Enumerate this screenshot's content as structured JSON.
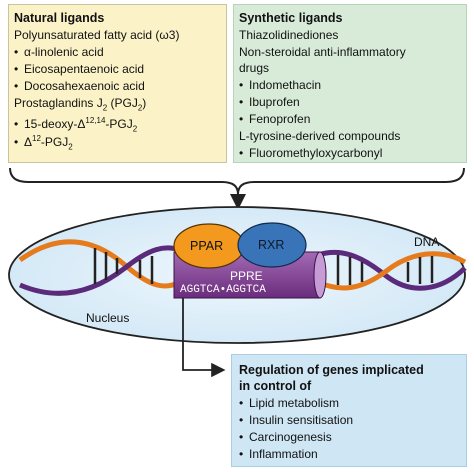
{
  "natural": {
    "title": "Natural ligands",
    "group1": "Polyunsaturated fatty acid (ω3)",
    "items1": [
      "α-linolenic acid",
      "Eicosapentaenoic acid",
      "Docosahexaenoic acid"
    ],
    "group2_pre": "Prostaglandins J",
    "group2_sub": "2",
    "group2_mid": " (PGJ",
    "group2_sub2": "2",
    "group2_post": ")",
    "item4_pre": "15-deoxy-Δ",
    "item4_sup": "12,14",
    "item4_mid": "-PGJ",
    "item4_sub": "2",
    "item5_pre": "Δ",
    "item5_sup": "12",
    "item5_mid": "-PGJ",
    "item5_sub": "2"
  },
  "synthetic": {
    "title": "Synthetic ligands",
    "group1": "Thiazolidinediones",
    "group2a": "Non-steroidal anti-inflammatory",
    "group2b": "drugs",
    "items2": [
      "Indomethacin",
      "Ibuprofen",
      "Fenoprofen"
    ],
    "group3": "L-tyrosine-derived compounds",
    "items3": [
      "Fluoromethyloxycarbonyl"
    ]
  },
  "diagram": {
    "ppar": "PPAR",
    "rxr": "RXR",
    "ppre": "PPRE",
    "sequence": "AGGTCA•AGGTCA",
    "dna": "DNA",
    "nucleus": "Nucleus"
  },
  "regulation": {
    "title1": "Regulation of genes implicated",
    "title2": "in control of",
    "items": [
      "Lipid metabolism",
      "Insulin sensitisation",
      "Carcinogenesis",
      "Inflammation"
    ]
  },
  "bullet_char": "•",
  "colors": {
    "natural_bg": "#fbf3c7",
    "synthetic_bg": "#d8ebd9",
    "regulation_bg": "#cfe6f4",
    "nucleus_bg": "#d9ecf8",
    "ppar": "#f39a1e",
    "rxr": "#3a74b8",
    "ppre": "#7b3c8c",
    "dna_purple": "#5b2a7a",
    "dna_orange": "#e57b1c"
  }
}
